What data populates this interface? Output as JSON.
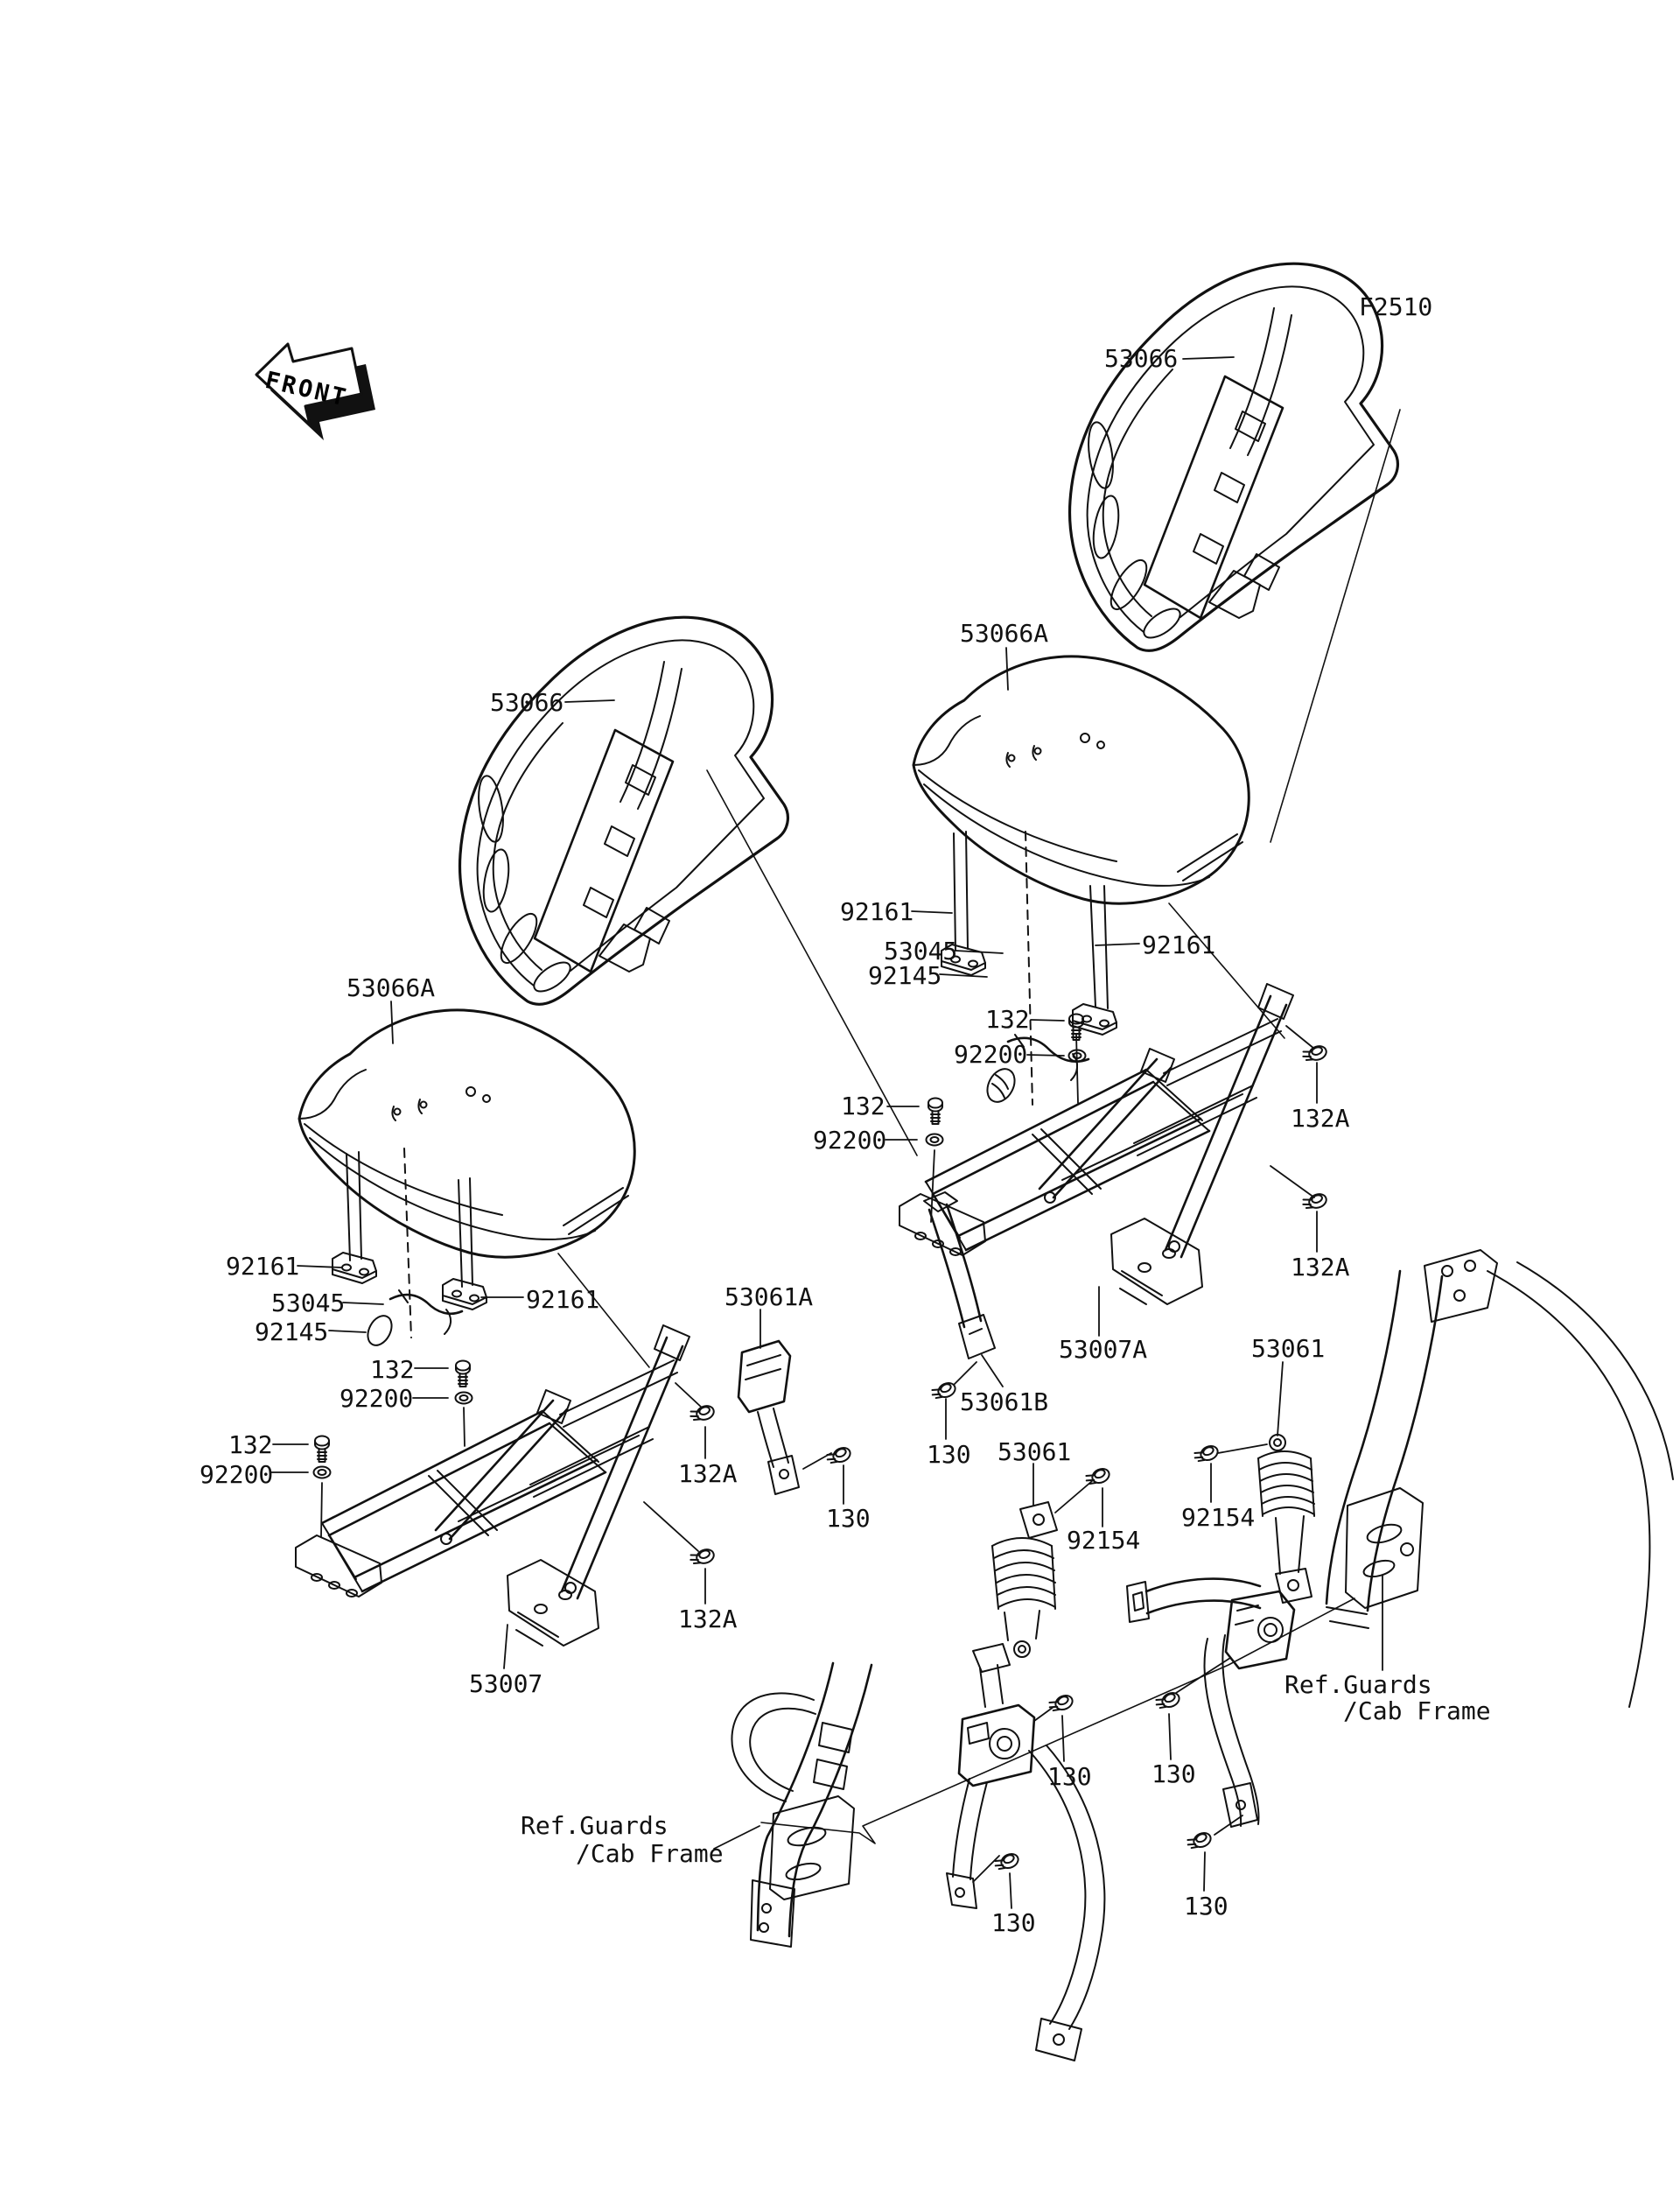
{
  "page": {
    "figure_code": "F2510",
    "front_marker": "FRONT"
  },
  "diagram": {
    "labels": [
      {
        "id": "figure-code",
        "text": "F2510"
      },
      {
        "id": "front-marker",
        "text": "FRONT"
      },
      {
        "id": "seatback-right",
        "text": "53066"
      },
      {
        "id": "seatback-left",
        "text": "53066"
      },
      {
        "id": "cushion-right",
        "text": "53066A"
      },
      {
        "id": "cushion-left",
        "text": "53066A"
      },
      {
        "id": "bracket-right-front",
        "text": "92161"
      },
      {
        "id": "bracket-right-rear",
        "text": "92161"
      },
      {
        "id": "lever-right",
        "text": "53045"
      },
      {
        "id": "spring-right",
        "text": "92145"
      },
      {
        "id": "screw-right-frame-upper",
        "text": "132"
      },
      {
        "id": "washer-right-frame-upper",
        "text": "92200"
      },
      {
        "id": "screw-right-frame-lower",
        "text": "132"
      },
      {
        "id": "washer-right-frame-lower",
        "text": "92200"
      },
      {
        "id": "screw-right-frame-a-upper",
        "text": "132A"
      },
      {
        "id": "screw-right-frame-a-lower",
        "text": "132A"
      },
      {
        "id": "bracket-left-front",
        "text": "92161"
      },
      {
        "id": "bracket-left-rear",
        "text": "92161"
      },
      {
        "id": "lever-left",
        "text": "53045"
      },
      {
        "id": "spring-left",
        "text": "92145"
      },
      {
        "id": "screw-left-frame-upper",
        "text": "132"
      },
      {
        "id": "washer-left-frame-upper",
        "text": "92200"
      },
      {
        "id": "screw-left-frame-lower",
        "text": "132"
      },
      {
        "id": "washer-left-frame-lower",
        "text": "92200"
      },
      {
        "id": "screw-left-frame-a-upper",
        "text": "132A"
      },
      {
        "id": "screw-left-frame-a-lower",
        "text": "132A"
      },
      {
        "id": "belt-buckle",
        "text": "53061A"
      },
      {
        "id": "frame-right",
        "text": "53007A"
      },
      {
        "id": "belt-tongue",
        "text": "53061B"
      },
      {
        "id": "bolt-mid",
        "text": "130"
      },
      {
        "id": "shock-mid",
        "text": "53061"
      },
      {
        "id": "bolt-anchor-left",
        "text": "130"
      },
      {
        "id": "bolt-shock-mid",
        "text": "92154"
      },
      {
        "id": "bolt-shock-right",
        "text": "92154"
      },
      {
        "id": "shock-right",
        "text": "53061"
      },
      {
        "id": "frame-left",
        "text": "53007"
      },
      {
        "id": "ref-guards-left-1",
        "text": "Ref.Guards"
      },
      {
        "id": "ref-guards-left-2",
        "text": "/Cab Frame"
      },
      {
        "id": "ref-guards-right-1",
        "text": "Ref.Guards"
      },
      {
        "id": "ref-guards-right-2",
        "text": "/Cab Frame"
      },
      {
        "id": "bolt-retractor",
        "text": "130"
      },
      {
        "id": "bolt-right-buckle",
        "text": "130"
      },
      {
        "id": "bolt-right-anchor",
        "text": "130"
      },
      {
        "id": "bolt-left-anchor-low",
        "text": "130"
      }
    ]
  },
  "colors": {
    "line": "#111111",
    "background": "#ffffff"
  }
}
